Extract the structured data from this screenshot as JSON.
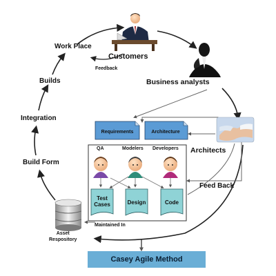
{
  "cycle": {
    "customers": "Customers",
    "feedback_top": "Feedback",
    "work_place": "Work Place",
    "builds": "Builds",
    "integration": "Integration",
    "build_form": "Build Form",
    "business_analysts": "Business analysts",
    "architects": "Architects",
    "feed_back": "Feed Back",
    "asset_repository": "Asset\nRespository",
    "maintained_in": "Maintained In"
  },
  "documents": {
    "requirements": "Requirements",
    "architecture": "Architecture",
    "test_cases": "Test\nCases",
    "design": "Design",
    "code": "Code"
  },
  "team": {
    "qa": "QA",
    "modelers": "Modelers",
    "developers": "Developers"
  },
  "footer": {
    "title": "Casey Agile Method"
  },
  "colors": {
    "doc_blue": "#5b9bd5",
    "doc_teal": "#8fd3d6",
    "banner": "#6aaed6",
    "arrow": "#333333"
  }
}
